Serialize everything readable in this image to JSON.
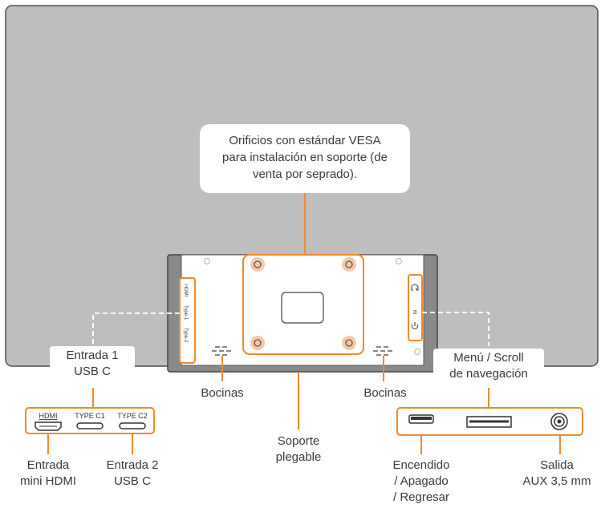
{
  "callout": {
    "line1": "Orificios con estándar VESA",
    "line2": "para instalación en soporte (de",
    "line3": "venta por seprado)."
  },
  "labels": {
    "usb_c_1": {
      "line1": "Entrada 1",
      "line2": "USB C"
    },
    "speakers_left": "Bocinas",
    "speakers_right": "Bocinas",
    "menu_scroll": {
      "line1": "Menú / Scroll",
      "line2": "de navegación"
    },
    "mini_hdmi": {
      "line1": "Entrada",
      "line2": "mini HDMI"
    },
    "usb_c_2": {
      "line1": "Entrada 2",
      "line2": "USB C"
    },
    "stand": {
      "line1": "Soporte",
      "line2": "plegable"
    },
    "power": {
      "line1": "Encendido",
      "line2": "/ Apagado",
      "line3": "/ Regresar"
    },
    "aux": {
      "line1": "Salida",
      "line2": "AUX 3,5 mm"
    }
  },
  "port_panel": {
    "hdmi": "HDMI",
    "type_c1": "TYPE C1",
    "type_c2": "TYPE C2"
  },
  "side_ports": {
    "hdmi": "HDMI",
    "type1": "Type-1",
    "type2": "Type-2"
  },
  "colors": {
    "accent": "#f08a2c",
    "screen": "#bebebe",
    "screen_border": "#555555",
    "vesa_hole": "#f6c9a6"
  }
}
